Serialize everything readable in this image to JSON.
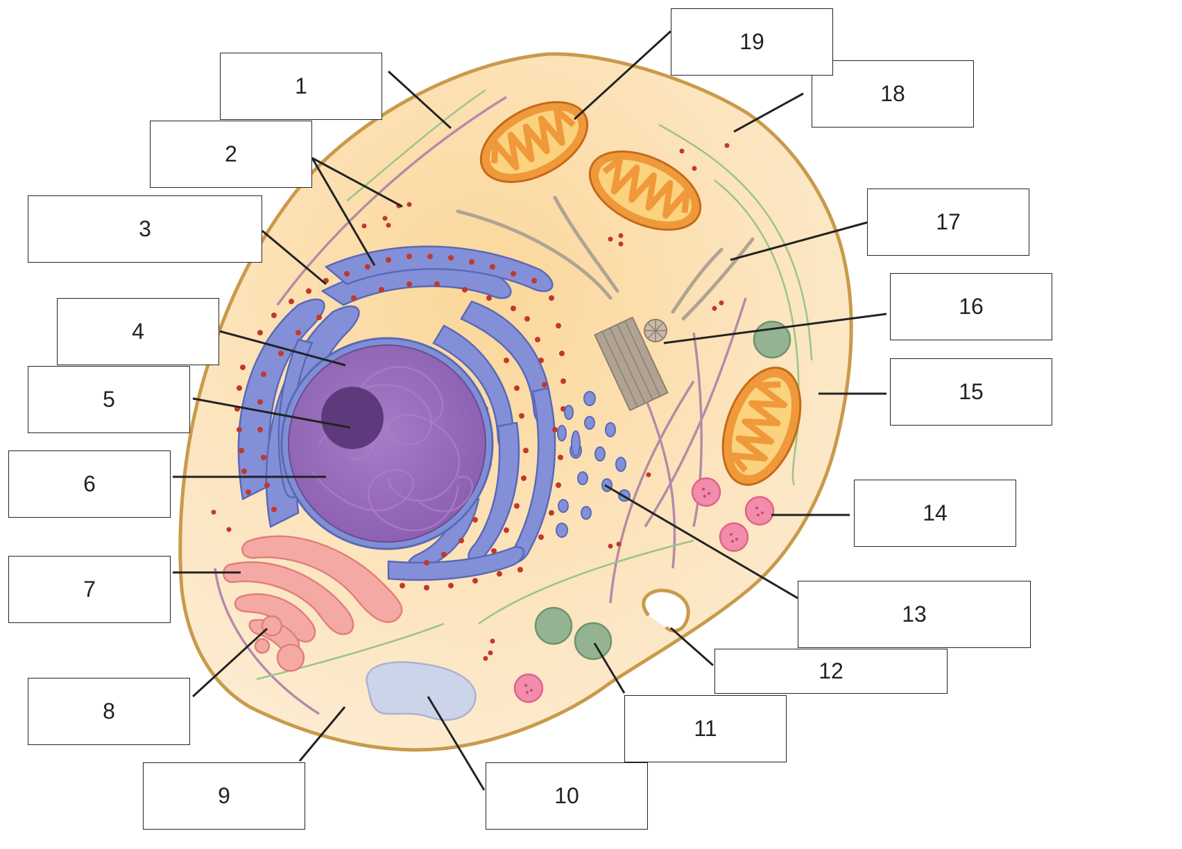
{
  "diagram": {
    "labels": [
      {
        "id": "1",
        "text": "1"
      },
      {
        "id": "2",
        "text": "2"
      },
      {
        "id": "3",
        "text": "3"
      },
      {
        "id": "4",
        "text": "4"
      },
      {
        "id": "5",
        "text": "5"
      },
      {
        "id": "6",
        "text": "6"
      },
      {
        "id": "7",
        "text": "7"
      },
      {
        "id": "8",
        "text": "8"
      },
      {
        "id": "9",
        "text": "9"
      },
      {
        "id": "10",
        "text": "10"
      },
      {
        "id": "11",
        "text": "11"
      },
      {
        "id": "12",
        "text": "12"
      },
      {
        "id": "13",
        "text": "13"
      },
      {
        "id": "14",
        "text": "14"
      },
      {
        "id": "15",
        "text": "15"
      },
      {
        "id": "16",
        "text": "16"
      },
      {
        "id": "17",
        "text": "17"
      },
      {
        "id": "18",
        "text": "18"
      },
      {
        "id": "19",
        "text": "19"
      }
    ],
    "colors": {
      "cytoplasm": "#fbe3b8",
      "membrane": "#c99a4a",
      "er": "#7f8fd6",
      "ribosome": "#c0392b",
      "nucleus": "#8e62b0",
      "nucleolus": "#5e3a7d",
      "mitochondrion": "#f0993a",
      "golgi": "#f2a0a0",
      "vacuole": "#ccd4ea",
      "lysosome": "#f28cab",
      "vesicle": "#93b393",
      "cytoskeleton": "#b58aa8",
      "filament": "#9bc485",
      "centrosome": "#b0a394",
      "leader_line": "#222222"
    }
  }
}
